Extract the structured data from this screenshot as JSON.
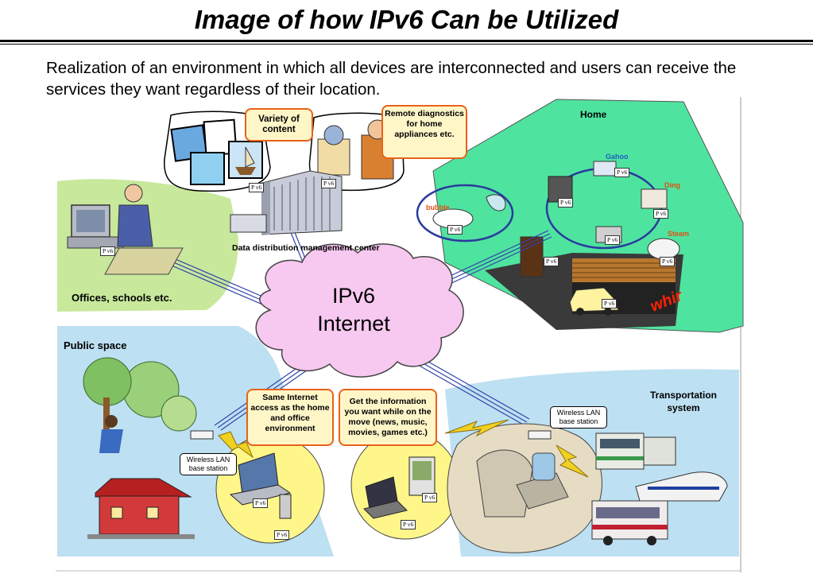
{
  "title": "Image of how IPv6 Can be Utilized",
  "subtitle": "Realization of an environment in which all devices are interconnected and users can receive the services they want regardless of their location.",
  "cloud": {
    "line1": "IPv6",
    "line2": "Internet"
  },
  "regions": {
    "home": "Home",
    "offices": "Offices, schools etc.",
    "public": "Public space",
    "transport": "Transportation system",
    "datacenter": "Data distribution management center"
  },
  "callouts": {
    "content": "Variety of content",
    "diagnostics": "Remote diagnostics for home appliances etc.",
    "same_access": "Same Internet access as the home and office environment",
    "get_info": "Get the information you want while on the move (news, music, movies, games etc.)"
  },
  "wlan": {
    "public": "Wireless LAN base station",
    "transport": "Wireless LAN base station"
  },
  "appliance_labels": {
    "gahoo": "Gahoo",
    "ding": "Ding",
    "bubble": "bubble",
    "steam": "Steam",
    "whir": "whir"
  },
  "tag": "P v6",
  "colors": {
    "callout_border": "#e8621a",
    "home_green": "#4fe3a0",
    "office_green": "#c8e89c",
    "public_blue": "#bde0f2",
    "cloud_pink": "#f7c8f0",
    "bubble_yellow": "#fff68a",
    "lines_blue": "#3344aa"
  }
}
